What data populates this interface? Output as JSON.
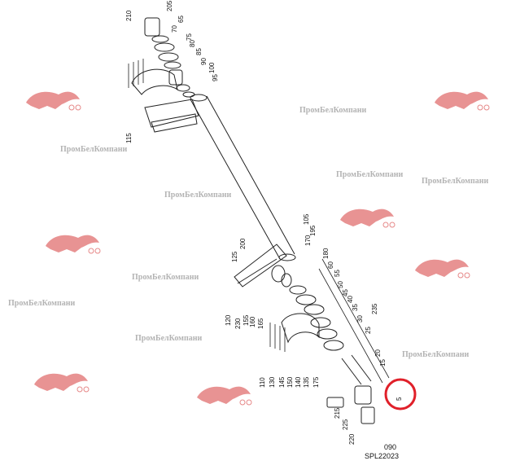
{
  "watermark": {
    "company": "ПромБелКомпани",
    "variants": [
      "ПромБелКомпани",
      "ПромБелКомпани",
      "ПромБелКомпани",
      "ПромБелКомпани",
      "ПромБелКомпани",
      "ПромБелКомпани",
      "ПромБелКомпани",
      "ПромБелКомпани",
      "ПромБелКомпани"
    ]
  },
  "colors": {
    "line": "#222222",
    "highlight": "#e0202a",
    "watermark": "#9a9a9a",
    "logo": "#d63a3a"
  },
  "parts": [
    "210",
    "205",
    "70",
    "65",
    "75",
    "80",
    "85",
    "90",
    "100",
    "95",
    "115",
    "105",
    "195",
    "200",
    "125",
    "180",
    "170",
    "60",
    "55",
    "50",
    "45",
    "40",
    "35",
    "235",
    "120",
    "230",
    "155",
    "160",
    "165",
    "30",
    "25",
    "20",
    "15",
    "110",
    "130",
    "145",
    "150",
    "140",
    "135",
    "175",
    "5",
    "215",
    "225",
    "220"
  ],
  "footer": {
    "code": "090",
    "drawing": "SPL22023"
  }
}
